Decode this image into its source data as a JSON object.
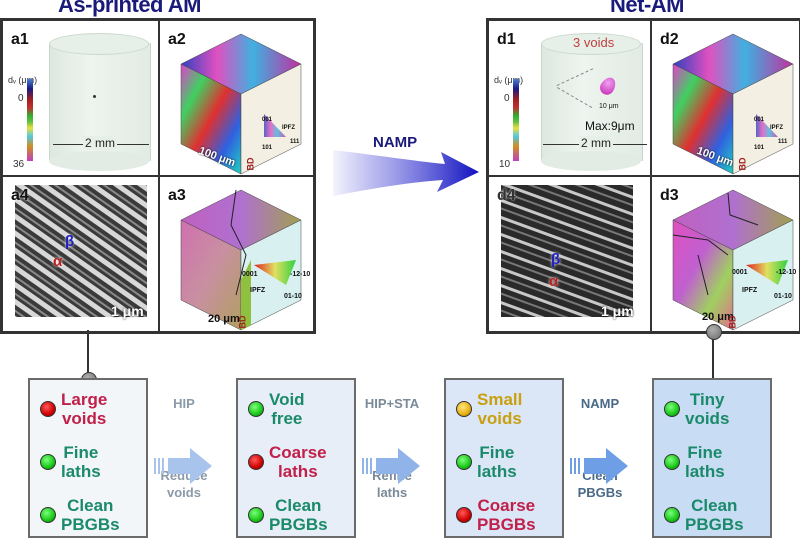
{
  "left_panel": {
    "title": "As-printed AM",
    "a1": {
      "label": "a1",
      "colorbar_title": "dᵥ (μm)",
      "colorbar_min": "0",
      "colorbar_max": "36",
      "dimension": "2 mm"
    },
    "a2": {
      "label": "a2",
      "scale": "100 μm",
      "ipf_labels": [
        "001",
        "IPFZ",
        "111",
        "101"
      ],
      "axis": "BD"
    },
    "a3": {
      "label": "a3",
      "scale": "20 μm",
      "ipf_labels": [
        "0001",
        "-12-10",
        "IPFZ",
        "01-10"
      ],
      "axis": "BD"
    },
    "a4": {
      "label": "a4",
      "scale": "1 μm",
      "beta": "β",
      "alpha": "α"
    }
  },
  "right_panel": {
    "title": "Net-AM",
    "d1": {
      "label": "d1",
      "colorbar_title": "dᵥ (μm)",
      "colorbar_min": "0",
      "colorbar_max": "10",
      "dimension": "2 mm",
      "voids": "3 voids",
      "void_scale": "10 μm",
      "max_size": "Max:9μm"
    },
    "d2": {
      "label": "d2",
      "scale": "100 μm",
      "ipf_labels": [
        "001",
        "IPFZ",
        "111",
        "101"
      ],
      "axis": "BD"
    },
    "d3": {
      "label": "d3",
      "scale": "20 μm",
      "ipf_labels": [
        "0001",
        "-12-10",
        "IPFZ",
        "01-10"
      ],
      "axis": "BD"
    },
    "d4": {
      "label": "d4",
      "scale": "1 μm",
      "beta": "β",
      "alpha": "α"
    }
  },
  "center_arrow": {
    "label": "NAMP"
  },
  "process": {
    "boxes": [
      {
        "items": [
          {
            "status": "red",
            "text": "Large voids"
          },
          {
            "status": "green",
            "text": "Fine laths"
          },
          {
            "status": "green",
            "text": "Clean PBGBs"
          }
        ]
      },
      {
        "items": [
          {
            "status": "green",
            "text": "Void free"
          },
          {
            "status": "red",
            "text": "Coarse laths"
          },
          {
            "status": "green",
            "text": "Clean PBGBs"
          }
        ]
      },
      {
        "items": [
          {
            "status": "yellow",
            "text": "Small voids"
          },
          {
            "status": "green",
            "text": "Fine laths"
          },
          {
            "status": "red",
            "text": "Coarse PBGBs"
          }
        ]
      },
      {
        "items": [
          {
            "status": "green",
            "text": "Tiny voids"
          },
          {
            "status": "green",
            "text": "Fine laths"
          },
          {
            "status": "green",
            "text": "Clean PBGBs"
          }
        ]
      }
    ],
    "steps": [
      {
        "top": "HIP",
        "bottom": "Reduce voids"
      },
      {
        "top": "HIP+STA",
        "bottom": "Refine laths"
      },
      {
        "top": "NAMP",
        "bottom": "Clean PBGBs"
      }
    ]
  },
  "colors": {
    "title": "#1a1a7a",
    "good": "#1a8a6a",
    "bad": "#c0204a",
    "warn": "#c8a010",
    "box1_bg": "#f3f6f9",
    "box2_bg": "#e8eef7",
    "box3_bg": "#dbe6f6",
    "box4_bg": "#c8dcf4"
  }
}
